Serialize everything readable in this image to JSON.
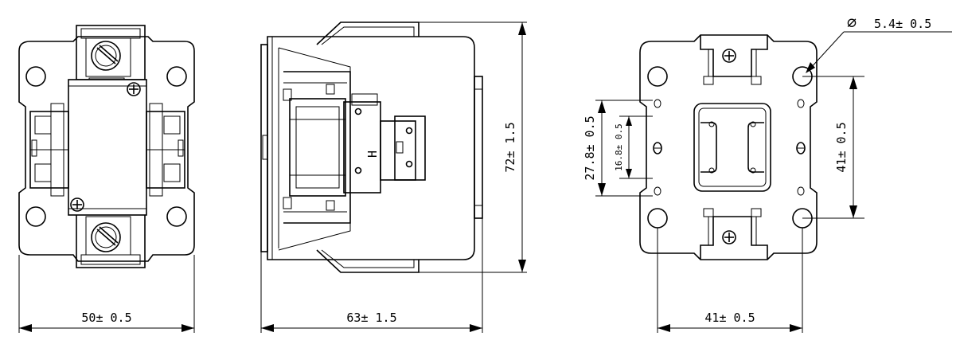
{
  "dimensions": {
    "front_width": "50± 0.5",
    "side_width": "63± 1.5",
    "side_height": "72± 1.5",
    "rear_width": "41± 0.5",
    "rear_height": "41± 0.5",
    "rear_slot_outer": "27.8± 0.5",
    "rear_slot_inner": "16.8± 0.5",
    "hole_diameter": "5.4± 0.5",
    "diameter_symbol": "∅"
  },
  "markings": {
    "coil_letter": "H"
  }
}
